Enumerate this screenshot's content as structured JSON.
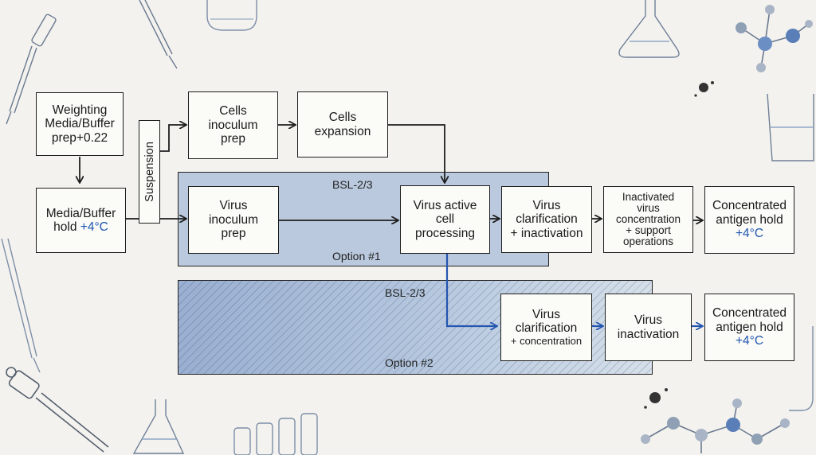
{
  "boxes": {
    "weighting": [
      "Weighting",
      "Media/Buffer",
      "prep+0.22"
    ],
    "hold": {
      "line1": "Media/Buffer",
      "line2_text": "hold ",
      "line2_temp": "+4°C"
    },
    "suspension": "Suspension",
    "cells_inoculum": [
      "Cells",
      "inoculum",
      "prep"
    ],
    "cells_expansion": [
      "Cells",
      "expansion"
    ],
    "virus_inoculum": [
      "Virus",
      "inoculum",
      "prep"
    ],
    "virus_active": [
      "Virus active",
      "cell",
      "processing"
    ],
    "virus_clar_inact": [
      "Virus",
      "clarification",
      "+ inactivation"
    ],
    "inactivated_conc": [
      "Inactivated",
      "virus",
      "concentration",
      "+ support",
      "operations"
    ],
    "conc_hold_1": {
      "lines": [
        "Concentrated",
        "antigen hold"
      ],
      "temp": "+4°C"
    },
    "virus_clar_conc": [
      "Virus",
      "clarification",
      "+ concentration"
    ],
    "virus_inactivation": [
      "Virus",
      "inactivation"
    ],
    "conc_hold_2": {
      "lines": [
        "Concentrated",
        "antigen hold"
      ],
      "temp": "+4°C"
    }
  },
  "zones": {
    "option1": {
      "top_label": "BSL-2/3",
      "bottom_label": "Option #1"
    },
    "option2": {
      "top_label": "BSL-2/3",
      "bottom_label": "Option #2"
    }
  },
  "colors": {
    "background": "#f3f2ee",
    "zone_blue": "#5f87c3",
    "accent_blue": "#1f56b0",
    "ink": "#1e1e1e"
  },
  "icons": [
    "pipette-icon",
    "flask-icon",
    "molecule-icon",
    "beaker-icon",
    "test-tube-rack-icon",
    "ink-splatter-icon"
  ]
}
